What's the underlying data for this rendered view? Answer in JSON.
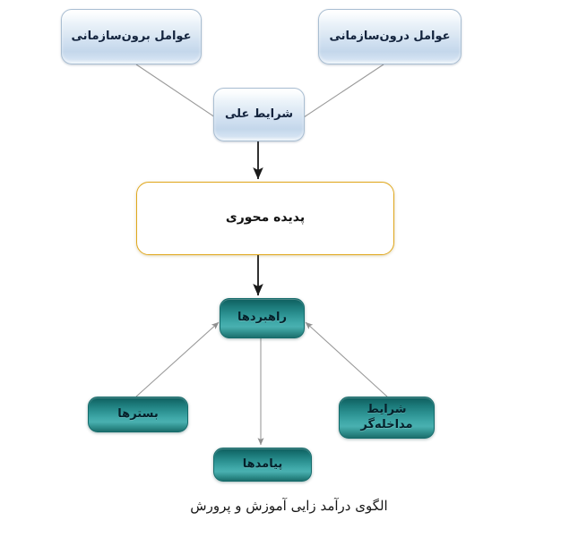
{
  "diagram": {
    "caption": "الگوی درآمد زایی آموزش و پرورش",
    "nodes": {
      "external_factors": "عوامل برون‌سازمانی",
      "internal_factors": "عوامل درون‌سازمانی",
      "causal_conditions": "شرایط علی",
      "central_phenomenon": "پدیده محوری",
      "strategies": "راهبردها",
      "contexts": "بسترها",
      "intervening_conditions": "شرایط مداخله‌گر",
      "consequences": "پیامدها"
    },
    "colors": {
      "blue_box": "#cfdff0",
      "blue_border": "#a9bed2",
      "orange_box": "#fccf49",
      "orange_border": "#e0a71d",
      "teal_box": "#2e9494",
      "teal_border": "#156b6b",
      "black_connector": "#1a1a1a",
      "gray_connector": "#9a9a9a",
      "caption_text": "#171717",
      "background": "#ffffff"
    },
    "connectors": [
      {
        "name": "external-factors-to-causal-conditions",
        "style": "plain-line",
        "color": "#9a9a9a"
      },
      {
        "name": "internal-factors-to-causal-conditions",
        "style": "plain-line",
        "color": "#9a9a9a"
      },
      {
        "name": "causal-conditions-to-central-phenomenon",
        "style": "arrow-down",
        "color": "#1a1a1a"
      },
      {
        "name": "central-phenomenon-to-strategies",
        "style": "arrow-down",
        "color": "#1a1a1a"
      },
      {
        "name": "contexts-to-strategies",
        "style": "arrow-up-right",
        "color": "#9a9a9a"
      },
      {
        "name": "intervening-conditions-to-strategies",
        "style": "arrow-up-left",
        "color": "#9a9a9a"
      },
      {
        "name": "strategies-to-consequences",
        "style": "arrow-down",
        "color": "#9a9a9a"
      }
    ]
  }
}
